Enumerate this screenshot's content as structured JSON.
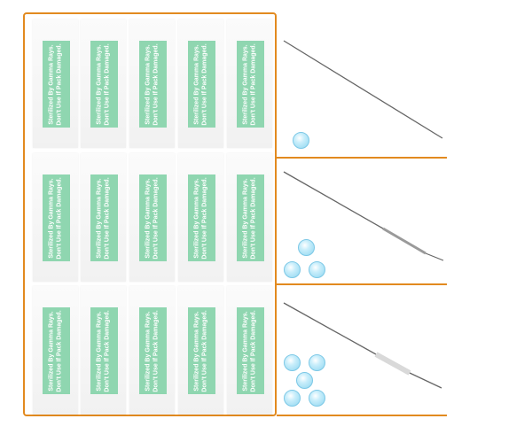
{
  "packs": {
    "line1": "Sterilized By Gamma Rays.",
    "line2": "Don't Use If Pack Damaged."
  },
  "colors": {
    "frame": "#e28a1f",
    "label": "#8fd6b0",
    "ball": "#8fd6f0"
  },
  "rows": [
    {
      "needle": "plain-needle-icon",
      "balls": 1
    },
    {
      "needle": "needle-with-grip-icon",
      "balls": 3
    },
    {
      "needle": "needle-with-sleeve-icon",
      "balls": 5
    }
  ]
}
